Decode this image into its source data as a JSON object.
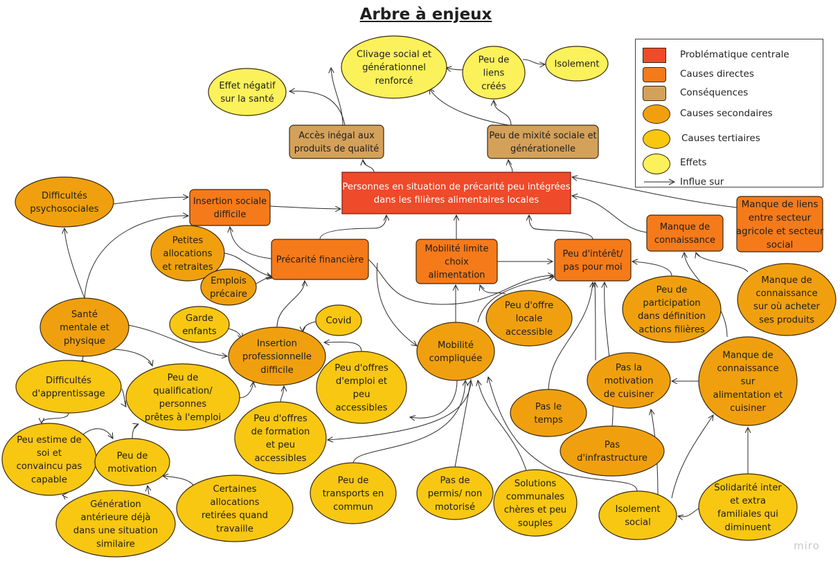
{
  "title": "Arbre à enjeux",
  "watermark": "miro",
  "colors": {
    "problematique_centrale": "#ef4a2a",
    "causes_directes": "#f57a1a",
    "consequences": "#d4a15a",
    "causes_secondaires": "#f0a00e",
    "causes_tertiaires": "#f8c712",
    "effets": "#fbf15a"
  },
  "legend": {
    "items": [
      {
        "label": "Problématique centrale",
        "kind": "problematique_centrale",
        "shape": "rect"
      },
      {
        "label": "Causes directes",
        "kind": "causes_directes",
        "shape": "roundrect"
      },
      {
        "label": "Conséquences",
        "kind": "consequences",
        "shape": "roundrect"
      },
      {
        "label": "Causes secondaires",
        "kind": "causes_secondaires",
        "shape": "ellipse"
      },
      {
        "label": "Causes tertiaires",
        "kind": "causes_tertiaires",
        "shape": "ellipse"
      },
      {
        "label": "Effets",
        "kind": "effets",
        "shape": "ellipse"
      },
      {
        "label": "Influe sur",
        "kind": "arrow",
        "shape": "arrow"
      }
    ]
  },
  "nodes": [
    {
      "id": "central",
      "kind": "problematique_centrale",
      "lines": [
        "Personnes en situation de précarité peu intégrées",
        "dans les filières alimentaires locales"
      ]
    },
    {
      "id": "insertion_sociale",
      "kind": "causes_directes",
      "lines": [
        "Insertion sociale",
        "difficile"
      ]
    },
    {
      "id": "precarite",
      "kind": "causes_directes",
      "lines": [
        "Précarité financière"
      ]
    },
    {
      "id": "mobilite_limite",
      "kind": "causes_directes",
      "lines": [
        "Mobilité limite",
        "choix",
        "alimentation"
      ]
    },
    {
      "id": "peu_interet",
      "kind": "causes_directes",
      "lines": [
        "Peu d'intérêt/",
        "pas pour moi"
      ]
    },
    {
      "id": "manque_connaissance",
      "kind": "causes_directes",
      "lines": [
        "Manque de",
        "connaissance"
      ]
    },
    {
      "id": "manque_liens",
      "kind": "causes_directes",
      "lines": [
        "Manque de liens",
        "entre secteur",
        "agricole et secteur",
        "social"
      ]
    },
    {
      "id": "acces_inegal",
      "kind": "consequences",
      "lines": [
        "Accès inégal aux",
        "produits de qualité"
      ]
    },
    {
      "id": "peu_mixite",
      "kind": "consequences",
      "lines": [
        "Peu de mixité sociale et",
        "générationelle"
      ]
    },
    {
      "id": "clivage",
      "kind": "effets",
      "lines": [
        "Clivage social et",
        "générationnel",
        "renforcé"
      ]
    },
    {
      "id": "effet_sante",
      "kind": "effets",
      "lines": [
        "Effet négatif",
        "sur la santé"
      ]
    },
    {
      "id": "peu_liens_crees",
      "kind": "effets",
      "lines": [
        "Peu de",
        "liens",
        "créés"
      ]
    },
    {
      "id": "isolement_effet",
      "kind": "effets",
      "lines": [
        "Isolement"
      ]
    },
    {
      "id": "difficultes_psy",
      "kind": "causes_secondaires",
      "lines": [
        "Difficultés",
        "psychosociales"
      ]
    },
    {
      "id": "petites_alloc",
      "kind": "causes_secondaires",
      "lines": [
        "Petites",
        "allocations",
        "et retraites"
      ]
    },
    {
      "id": "emplois_precaire",
      "kind": "causes_secondaires",
      "lines": [
        "Emplois",
        "précaire"
      ]
    },
    {
      "id": "sante_mentale",
      "kind": "causes_secondaires",
      "lines": [
        "Santé",
        "mentale et",
        "physique"
      ]
    },
    {
      "id": "insertion_pro",
      "kind": "causes_secondaires",
      "lines": [
        "Insertion",
        "professionnelle",
        "difficile"
      ]
    },
    {
      "id": "mobilite_comp",
      "kind": "causes_secondaires",
      "lines": [
        "Mobilité",
        "compliquée"
      ]
    },
    {
      "id": "peu_offre_locale",
      "kind": "causes_secondaires",
      "lines": [
        "Peu d'offre",
        "locale",
        "accessible"
      ]
    },
    {
      "id": "peu_participation",
      "kind": "causes_secondaires",
      "lines": [
        "Peu de",
        "participation",
        "dans définition",
        "actions filières"
      ]
    },
    {
      "id": "manque_conn_acheter",
      "kind": "causes_secondaires",
      "lines": [
        "Manque de",
        "connaissance",
        "sur où acheter",
        "ses produits"
      ]
    },
    {
      "id": "manque_conn_alim",
      "kind": "causes_secondaires",
      "lines": [
        "Manque de",
        "connaissance",
        "sur",
        "alimentation et",
        "cuisiner"
      ]
    },
    {
      "id": "pas_motivation",
      "kind": "causes_secondaires",
      "lines": [
        "Pas la",
        "motivation",
        "de cuisiner"
      ]
    },
    {
      "id": "pas_temps",
      "kind": "causes_secondaires",
      "lines": [
        "Pas le",
        "temps"
      ]
    },
    {
      "id": "pas_infra",
      "kind": "causes_secondaires",
      "lines": [
        "Pas",
        "d'infrastructure"
      ]
    },
    {
      "id": "garde_enfants",
      "kind": "causes_tertiaires",
      "lines": [
        "Garde",
        "enfants"
      ]
    },
    {
      "id": "covid",
      "kind": "causes_tertiaires",
      "lines": [
        "Covid"
      ]
    },
    {
      "id": "difficultes_app",
      "kind": "causes_tertiaires",
      "lines": [
        "Difficultés",
        "d'apprentissage"
      ]
    },
    {
      "id": "peu_qualif",
      "kind": "causes_tertiaires",
      "lines": [
        "Peu de",
        "qualification/",
        "personnes",
        "prêtes à l'emploi"
      ]
    },
    {
      "id": "peu_offres_emploi",
      "kind": "causes_tertiaires",
      "lines": [
        "Peu d'offres",
        "d'emploi et",
        "peu",
        "accessibles"
      ]
    },
    {
      "id": "peu_offres_formation",
      "kind": "causes_tertiaires",
      "lines": [
        "Peu d'offres",
        "de formation",
        "et peu",
        "accessibles"
      ]
    },
    {
      "id": "peu_estime",
      "kind": "causes_tertiaires",
      "lines": [
        "Peu estime de",
        "soi et",
        "convaincu pas",
        "capable"
      ]
    },
    {
      "id": "peu_motivation",
      "kind": "causes_tertiaires",
      "lines": [
        "Peu de",
        "motivation"
      ]
    },
    {
      "id": "generation",
      "kind": "causes_tertiaires",
      "lines": [
        "Génération",
        "antérieure déjà",
        "dans une situation",
        "similaire"
      ]
    },
    {
      "id": "certaines_alloc",
      "kind": "causes_tertiaires",
      "lines": [
        "Certaines",
        "allocations",
        "retirées quand",
        "travaille"
      ]
    },
    {
      "id": "peu_transports",
      "kind": "causes_tertiaires",
      "lines": [
        "Peu de",
        "transports en",
        "commun"
      ]
    },
    {
      "id": "pas_permis",
      "kind": "causes_tertiaires",
      "lines": [
        "Pas de",
        "permis/ non",
        "motorisé"
      ]
    },
    {
      "id": "solutions_communales",
      "kind": "causes_tertiaires",
      "lines": [
        "Solutions",
        "communales",
        "chères et peu",
        "souples"
      ]
    },
    {
      "id": "isolement_social",
      "kind": "causes_tertiaires",
      "lines": [
        "Isolement",
        "social"
      ]
    },
    {
      "id": "solidarite",
      "kind": "causes_tertiaires",
      "lines": [
        "Solidarité inter",
        "et extra",
        "familiales qui",
        "diminuent"
      ]
    }
  ]
}
